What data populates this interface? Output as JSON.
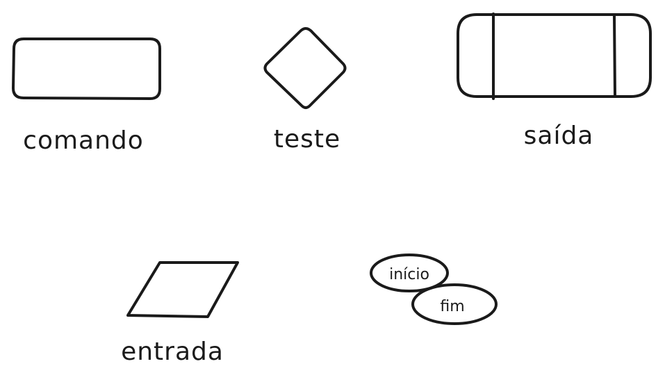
{
  "shapes": {
    "command": {
      "label": "comando"
    },
    "test": {
      "label": "teste"
    },
    "output": {
      "label": "saída"
    },
    "input": {
      "label": "entrada"
    },
    "start": {
      "label": "início"
    },
    "end": {
      "label": "fim"
    }
  },
  "colors": {
    "ink": "#1a1a1a",
    "background": "#ffffff"
  }
}
